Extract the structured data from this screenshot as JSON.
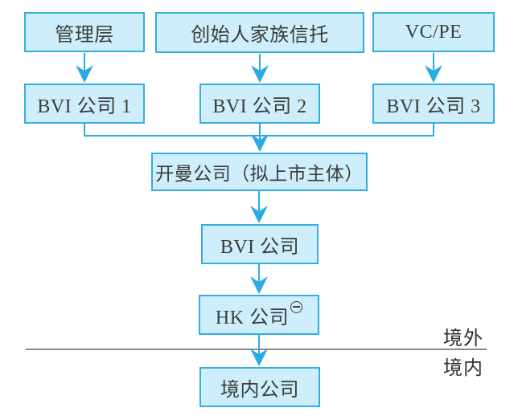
{
  "nodes": {
    "management": {
      "label": "管理层"
    },
    "founder_trust": {
      "label": "创始人家族信托"
    },
    "vc_pe": {
      "label": "VC/PE"
    },
    "bvi1": {
      "label": "BVI 公司 1"
    },
    "bvi2": {
      "label": "BVI 公司 2"
    },
    "bvi3": {
      "label": "BVI 公司 3"
    },
    "cayman": {
      "label": "开曼公司（拟上市主体）"
    },
    "bvi_mid": {
      "label": "BVI 公司"
    },
    "hk": {
      "label": "HK 公司",
      "footnote_marker": "㊀"
    },
    "domestic": {
      "label": "境内公司"
    }
  },
  "divider": {
    "above_label": "境外",
    "below_label": "境内"
  },
  "edges": [
    {
      "from": "管理层",
      "to": "BVI 公司 1"
    },
    {
      "from": "创始人家族信托",
      "to": "BVI 公司 2"
    },
    {
      "from": "VC/PE",
      "to": "BVI 公司 3"
    },
    {
      "from": "BVI 公司 1",
      "to": "开曼公司（拟上市主体）"
    },
    {
      "from": "BVI 公司 2",
      "to": "开曼公司（拟上市主体）"
    },
    {
      "from": "BVI 公司 3",
      "to": "开曼公司（拟上市主体）"
    },
    {
      "from": "开曼公司（拟上市主体）",
      "to": "BVI 公司"
    },
    {
      "from": "BVI 公司",
      "to": "HK 公司"
    },
    {
      "from": "HK 公司",
      "to": "境内公司"
    }
  ],
  "icons": {
    "hk_footnote": "circled-minus-footnote"
  },
  "colors": {
    "box_fill": "#cdeefa",
    "box_border": "#34aede",
    "line": "#2aabe2",
    "divider": "#8a8a8a",
    "box_text": "#3c3c3c",
    "region_text": "#2f2f2f"
  }
}
